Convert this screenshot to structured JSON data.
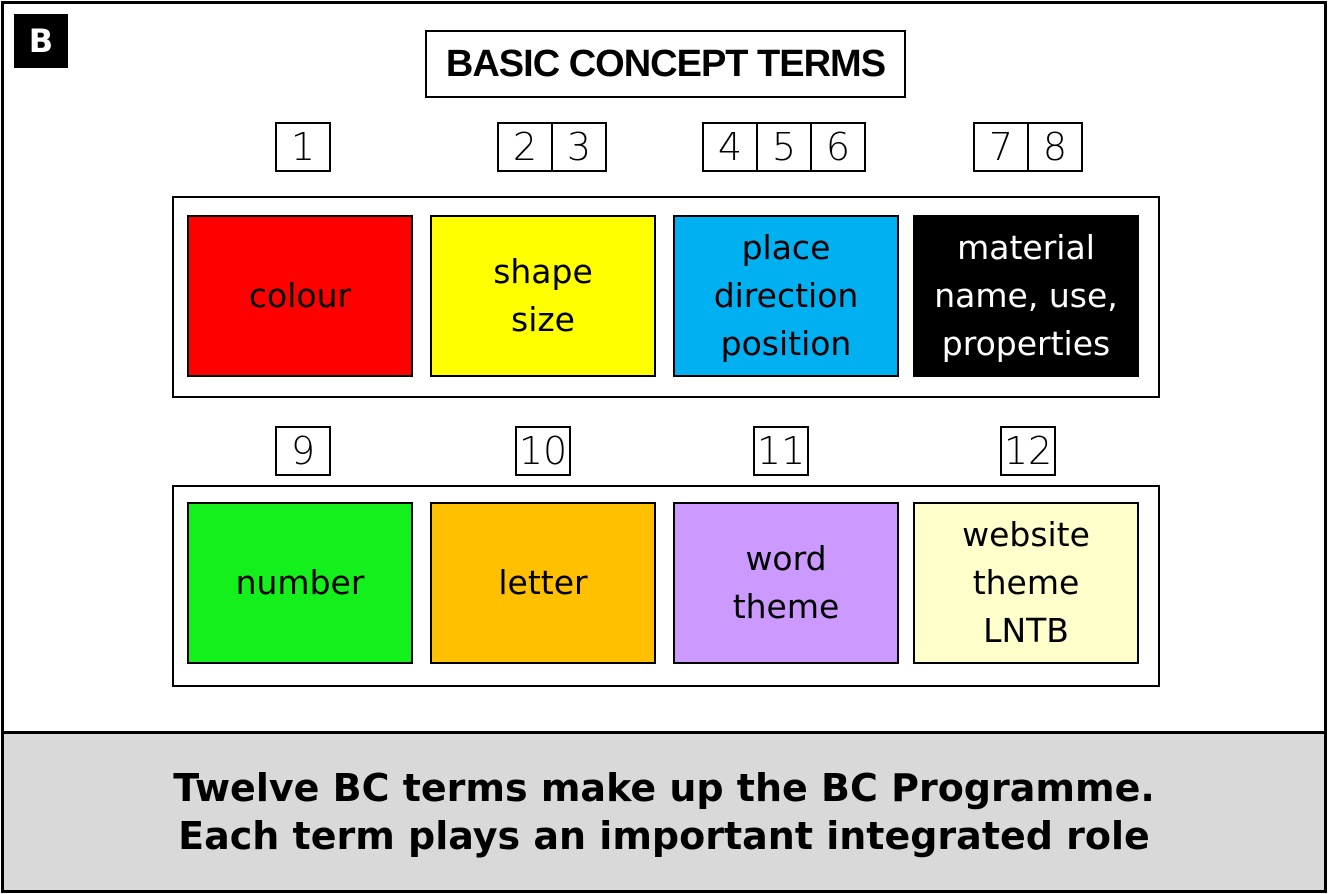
{
  "badge": "B",
  "title": "BASIC CONCEPT TERMS",
  "row1": {
    "numbers": [
      [
        "1"
      ],
      [
        "2",
        "3"
      ],
      [
        "4",
        "5",
        "6"
      ],
      [
        "7",
        "8"
      ]
    ],
    "tiles": [
      {
        "lines": [
          "colour"
        ],
        "bg": "#ff0000",
        "fg": "#000000"
      },
      {
        "lines": [
          "shape",
          "size"
        ],
        "bg": "#ffff00",
        "fg": "#000000"
      },
      {
        "lines": [
          "place",
          "direction",
          "position"
        ],
        "bg": "#00b0f0",
        "fg": "#000000"
      },
      {
        "lines": [
          "material",
          "name, use,",
          "properties"
        ],
        "bg": "#000000",
        "fg": "#ffffff"
      }
    ]
  },
  "row2": {
    "numbers": [
      [
        "9"
      ],
      [
        "10"
      ],
      [
        "11"
      ],
      [
        "12"
      ]
    ],
    "tiles": [
      {
        "lines": [
          "number"
        ],
        "bg": "#13f01c",
        "fg": "#000000"
      },
      {
        "lines": [
          "letter"
        ],
        "bg": "#ffc000",
        "fg": "#000000"
      },
      {
        "lines": [
          "word",
          "theme"
        ],
        "bg": "#cc99ff",
        "fg": "#000000"
      },
      {
        "lines": [
          "website",
          "theme",
          "LNTB"
        ],
        "bg": "#ffffcc",
        "fg": "#000000"
      }
    ]
  },
  "footer": {
    "line1": "Twelve BC terms make up the BC Programme.",
    "line2": "Each term plays an important integrated role"
  }
}
